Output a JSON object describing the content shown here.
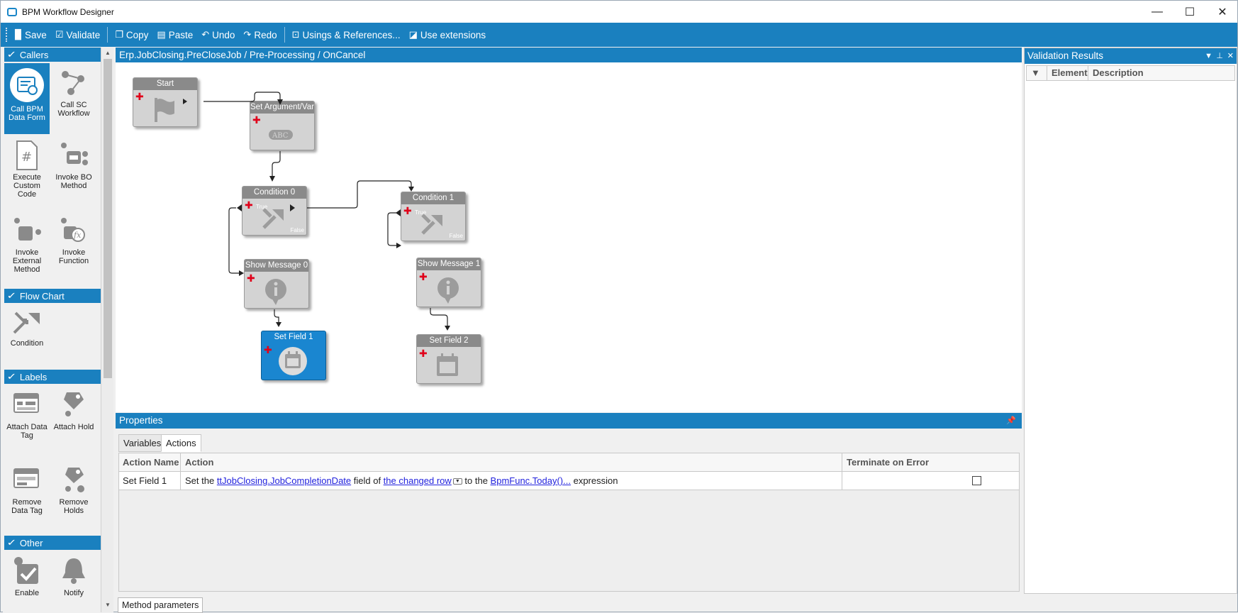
{
  "window": {
    "title": "BPM Workflow Designer",
    "minimize": "—",
    "maximize": "☐",
    "close": "✕"
  },
  "toolbar": {
    "items": [
      {
        "label": "Save",
        "icon": "save-icon"
      },
      {
        "label": "Validate",
        "icon": "check-icon"
      },
      {
        "label": "Copy",
        "icon": "copy-icon"
      },
      {
        "label": "Paste",
        "icon": "paste-icon"
      },
      {
        "label": "Undo",
        "icon": "undo-icon"
      },
      {
        "label": "Redo",
        "icon": "redo-icon"
      },
      {
        "label": "Usings & References...",
        "icon": "references-icon"
      },
      {
        "label": "Use extensions",
        "icon": "extensions-icon"
      }
    ]
  },
  "toolbox": {
    "sections": [
      {
        "title": "Callers",
        "items": [
          "Call BPM Data Form",
          "Call SC Workflow",
          "Execute Custom Code",
          "Invoke BO Method",
          "Invoke External Method",
          "Invoke Function"
        ]
      },
      {
        "title": "Flow Chart",
        "items": [
          "Condition"
        ]
      },
      {
        "title": "Labels",
        "items": [
          "Attach Data Tag",
          "Attach Hold",
          "Remove Data Tag",
          "Remove Holds"
        ]
      },
      {
        "title": "Other",
        "items": [
          "Enable",
          "Notify"
        ]
      }
    ]
  },
  "canvas": {
    "breadcrumb": "Erp.JobClosing.PreCloseJob / Pre-Processing / OnCancel",
    "nodes": [
      {
        "id": "start",
        "title": "Start",
        "icon": "flag-icon"
      },
      {
        "id": "set-arg",
        "title": "Set Argument/Vari",
        "icon": "abc-icon"
      },
      {
        "id": "cond0",
        "title": "Condition 0",
        "icon": "condition-icon",
        "true_label": "True",
        "false_label": "False"
      },
      {
        "id": "cond1",
        "title": "Condition 1",
        "icon": "condition-icon",
        "true_label": "True",
        "false_label": "False"
      },
      {
        "id": "msg0",
        "title": "Show Message 0",
        "icon": "info-icon"
      },
      {
        "id": "msg1",
        "title": "Show Message 1",
        "icon": "info-icon"
      },
      {
        "id": "field1",
        "title": "Set Field 1",
        "icon": "calendar-icon",
        "selected": true
      },
      {
        "id": "field2",
        "title": "Set Field 2",
        "icon": "calendar-icon"
      }
    ]
  },
  "properties": {
    "title": "Properties",
    "tabs": [
      "Variables",
      "Actions"
    ],
    "active_tab": "Actions",
    "columns": [
      "Action Name",
      "Action",
      "Terminate on Error"
    ],
    "rows": [
      {
        "name": "Set Field 1",
        "action": {
          "p1": "Set the ",
          "field": "ttJobClosing.JobCompletionDate",
          "p2": " field of ",
          "row": "the changed row",
          "p3": " to the ",
          "expr": "BpmFunc.Today()...",
          "p4": " expression"
        },
        "terminate_on_error": false
      }
    ]
  },
  "validation": {
    "title": "Validation Results",
    "columns": [
      "Element",
      "Description"
    ]
  },
  "bottom_tab": "Method parameters",
  "colors": {
    "accent": "#1a80bf",
    "node_gray": "#d3d3d3",
    "node_header": "#8a8a8a",
    "selected_node": "#1a86d0",
    "error_plus": "#e0001a"
  }
}
